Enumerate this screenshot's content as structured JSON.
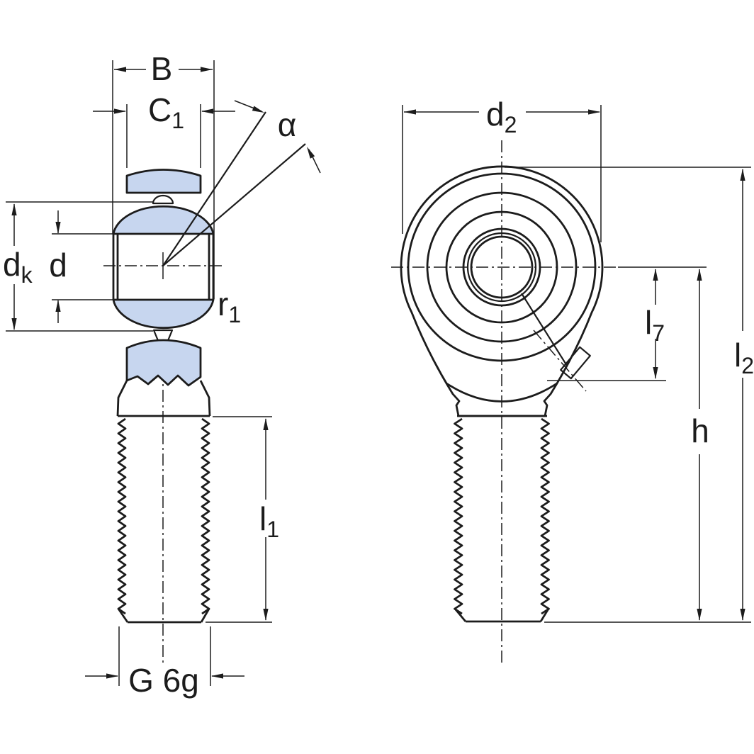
{
  "drawing": {
    "type": "technical-drawing-rod-end-bearing",
    "colors": {
      "part_fill": "#c7d6ef",
      "line": "#1c1c1c",
      "background": "#ffffff"
    },
    "left_view": {
      "dimensions": {
        "B": "B",
        "C1_base": "C",
        "C1_sub": "1",
        "alpha": "α",
        "dk_base": "d",
        "dk_sub": "k",
        "d": "d",
        "r1_base": "r",
        "r1_sub": "1",
        "l1_base": "l",
        "l1_sub": "1",
        "thread_designation": "G 6g"
      }
    },
    "right_view": {
      "dimensions": {
        "d2_base": "d",
        "d2_sub": "2",
        "l7_base": "l",
        "l7_sub": "7",
        "h": "h",
        "l2_base": "l",
        "l2_sub": "2"
      }
    }
  }
}
